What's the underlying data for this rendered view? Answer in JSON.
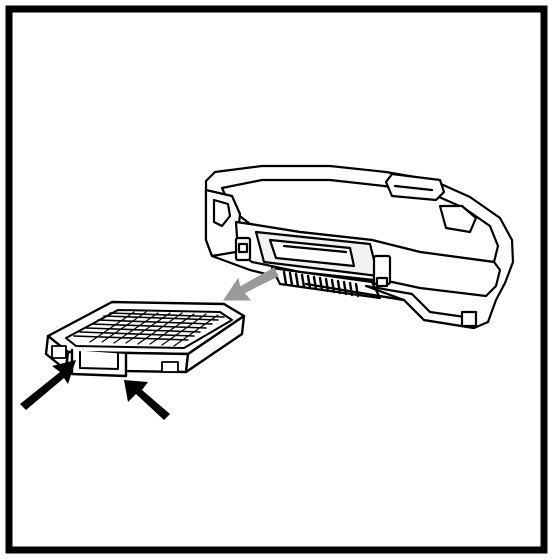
{
  "figure": {
    "type": "line-art instruction illustration",
    "colors": {
      "ink": "#000000",
      "paper": "#ffffff",
      "arrow_removal": "#9a9a9a",
      "arrow_press": "#000000",
      "shade": "#d9d9d9"
    },
    "elements": [
      "dustbin",
      "filter",
      "removal-arrow",
      "press-arrow-left",
      "press-arrow-right"
    ]
  }
}
